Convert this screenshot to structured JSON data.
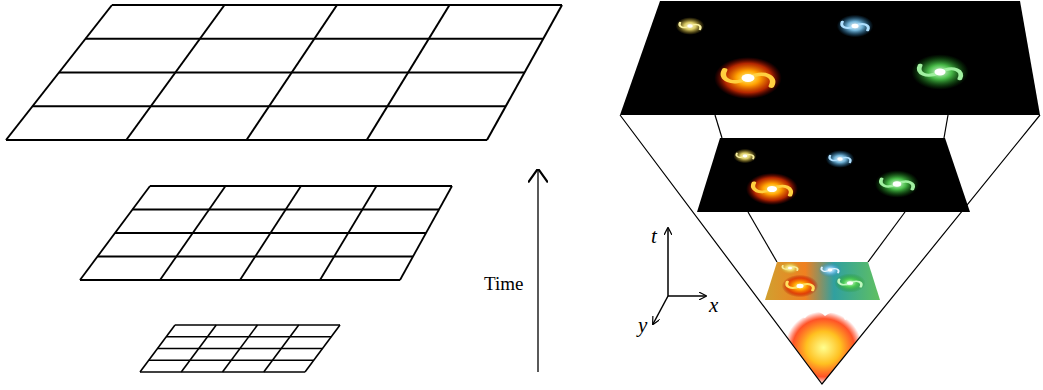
{
  "diagram": {
    "labels": [
      "Time",
      "t",
      "x",
      "y"
    ]
  }
}
